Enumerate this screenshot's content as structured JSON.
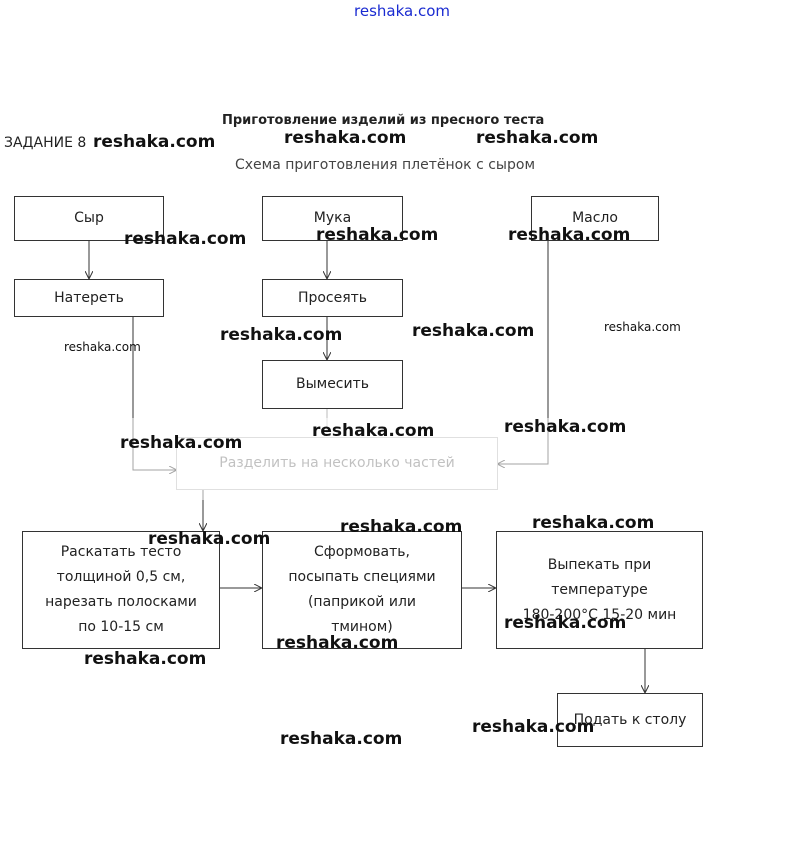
{
  "header": {
    "title": "Приготовление изделий из пресного теста",
    "task_label": "ЗАДАНИЕ 8",
    "subtitle": "Схема приготовления плетёнок с сыром"
  },
  "boxes": {
    "cheese": "Сыр",
    "flour": "Мука",
    "butter": "Масло",
    "grate": "Натереть",
    "sift": "Просеять",
    "knead": "Вымесить",
    "divide": "Разделить на несколько частей",
    "roll": "Раскатать тесто\nтолщиной 0,5 см,\nнарезать полосками\nпо 10-15 см",
    "shape": "Сформовать,\nпосыпать специями\n(паприкой или\nтмином)",
    "bake": "Выпекать при\nтемпературе\n180-200°С 15-20 мин",
    "serve": "Подать к столу"
  },
  "watermarks": {
    "top": "reshaka.com",
    "w1": "reshaka.com",
    "w2": "reshaka.com",
    "w3": "reshaka.com",
    "w4": "reshaka.com",
    "w5": "reshaka.com",
    "w6": "reshaka.com",
    "w7": "reshaka.com",
    "w8": "reshaka.com",
    "w9": "reshaka.com",
    "w10": "reshaka.com",
    "w11": "reshaka.com",
    "w12": "reshaka.com",
    "w13": "reshaka.com",
    "w14": "reshaka.com",
    "w15": "reshaka.com",
    "w16": "reshaka.com",
    "w17": "reshaka.com",
    "w18": "reshaka.com",
    "w19": "reshaka.com",
    "w20": "reshaka.com"
  }
}
